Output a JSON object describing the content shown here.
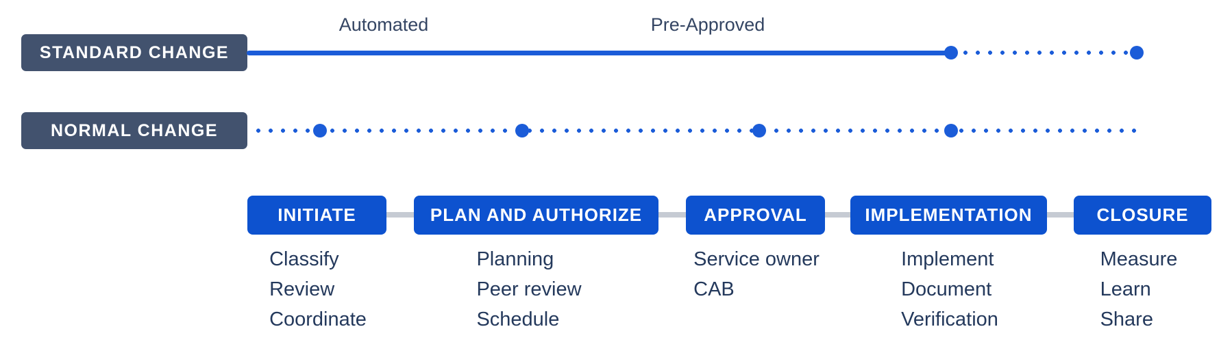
{
  "colors": {
    "slate": "#42526e",
    "blue": "#0d52cf",
    "line_blue": "#1b5cd8",
    "gray": "#c6cbd3",
    "navy": "#24395c",
    "background": "#ffffff",
    "stage_text": "#ffffff"
  },
  "lanes": {
    "standard": {
      "label": "STANDARD CHANGE",
      "annotations": [
        "Automated",
        "Pre-Approved"
      ]
    },
    "normal": {
      "label": "NORMAL CHANGE"
    }
  },
  "stages": [
    {
      "label": "INITIATE",
      "items": [
        "Classify",
        "Review",
        "Coordinate"
      ]
    },
    {
      "label": "PLAN AND AUTHORIZE",
      "items": [
        "Planning",
        "Peer review",
        "Schedule"
      ]
    },
    {
      "label": "APPROVAL",
      "items": [
        "Service owner",
        "CAB"
      ]
    },
    {
      "label": "IMPLEMENTATION",
      "items": [
        "Implement",
        "Document",
        "Verification"
      ]
    },
    {
      "label": "CLOSURE",
      "items": [
        "Measure",
        "Learn",
        "Share"
      ]
    }
  ]
}
